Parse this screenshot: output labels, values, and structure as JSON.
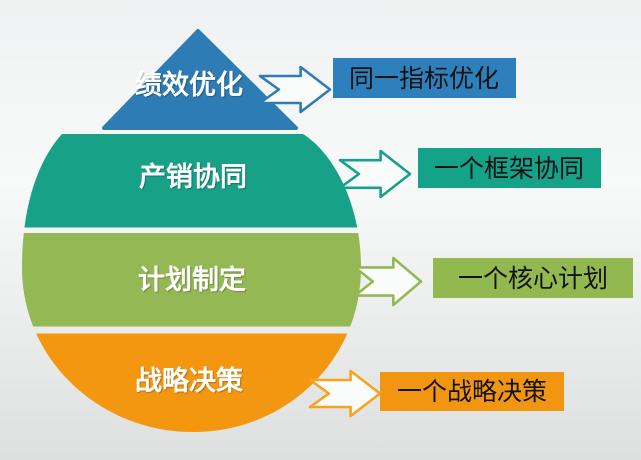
{
  "slide": {
    "kind": "droplet-funnel-diagram",
    "background_top": "#f0f1f2",
    "background_bottom": "#dedfdf",
    "label_text_color": "#ffffff",
    "callout_text_color": "#121212",
    "arrow_fill": "#fafbfb",
    "steps": [
      {
        "label": "绩效优化",
        "band_color": "#2e7cb5",
        "arrow_color": "#2e7cb5",
        "callout": {
          "text": "同一指标优化",
          "bg_color": "#2e80bc"
        }
      },
      {
        "label": "产销协同",
        "band_color": "#17a186",
        "arrow_color": "#17a186",
        "callout": {
          "text": "一个框架协同",
          "bg_color": "#14a289"
        }
      },
      {
        "label": "计划制定",
        "band_color": "#94b854",
        "arrow_color": "#94b854",
        "callout": {
          "text": "一个核心计划",
          "bg_color": "#92b850"
        }
      },
      {
        "label": "战略决策",
        "band_color": "#f39711",
        "arrow_color": "#f5a321",
        "callout": {
          "text": "一个战略决策",
          "bg_color": "#f29612"
        }
      }
    ]
  }
}
